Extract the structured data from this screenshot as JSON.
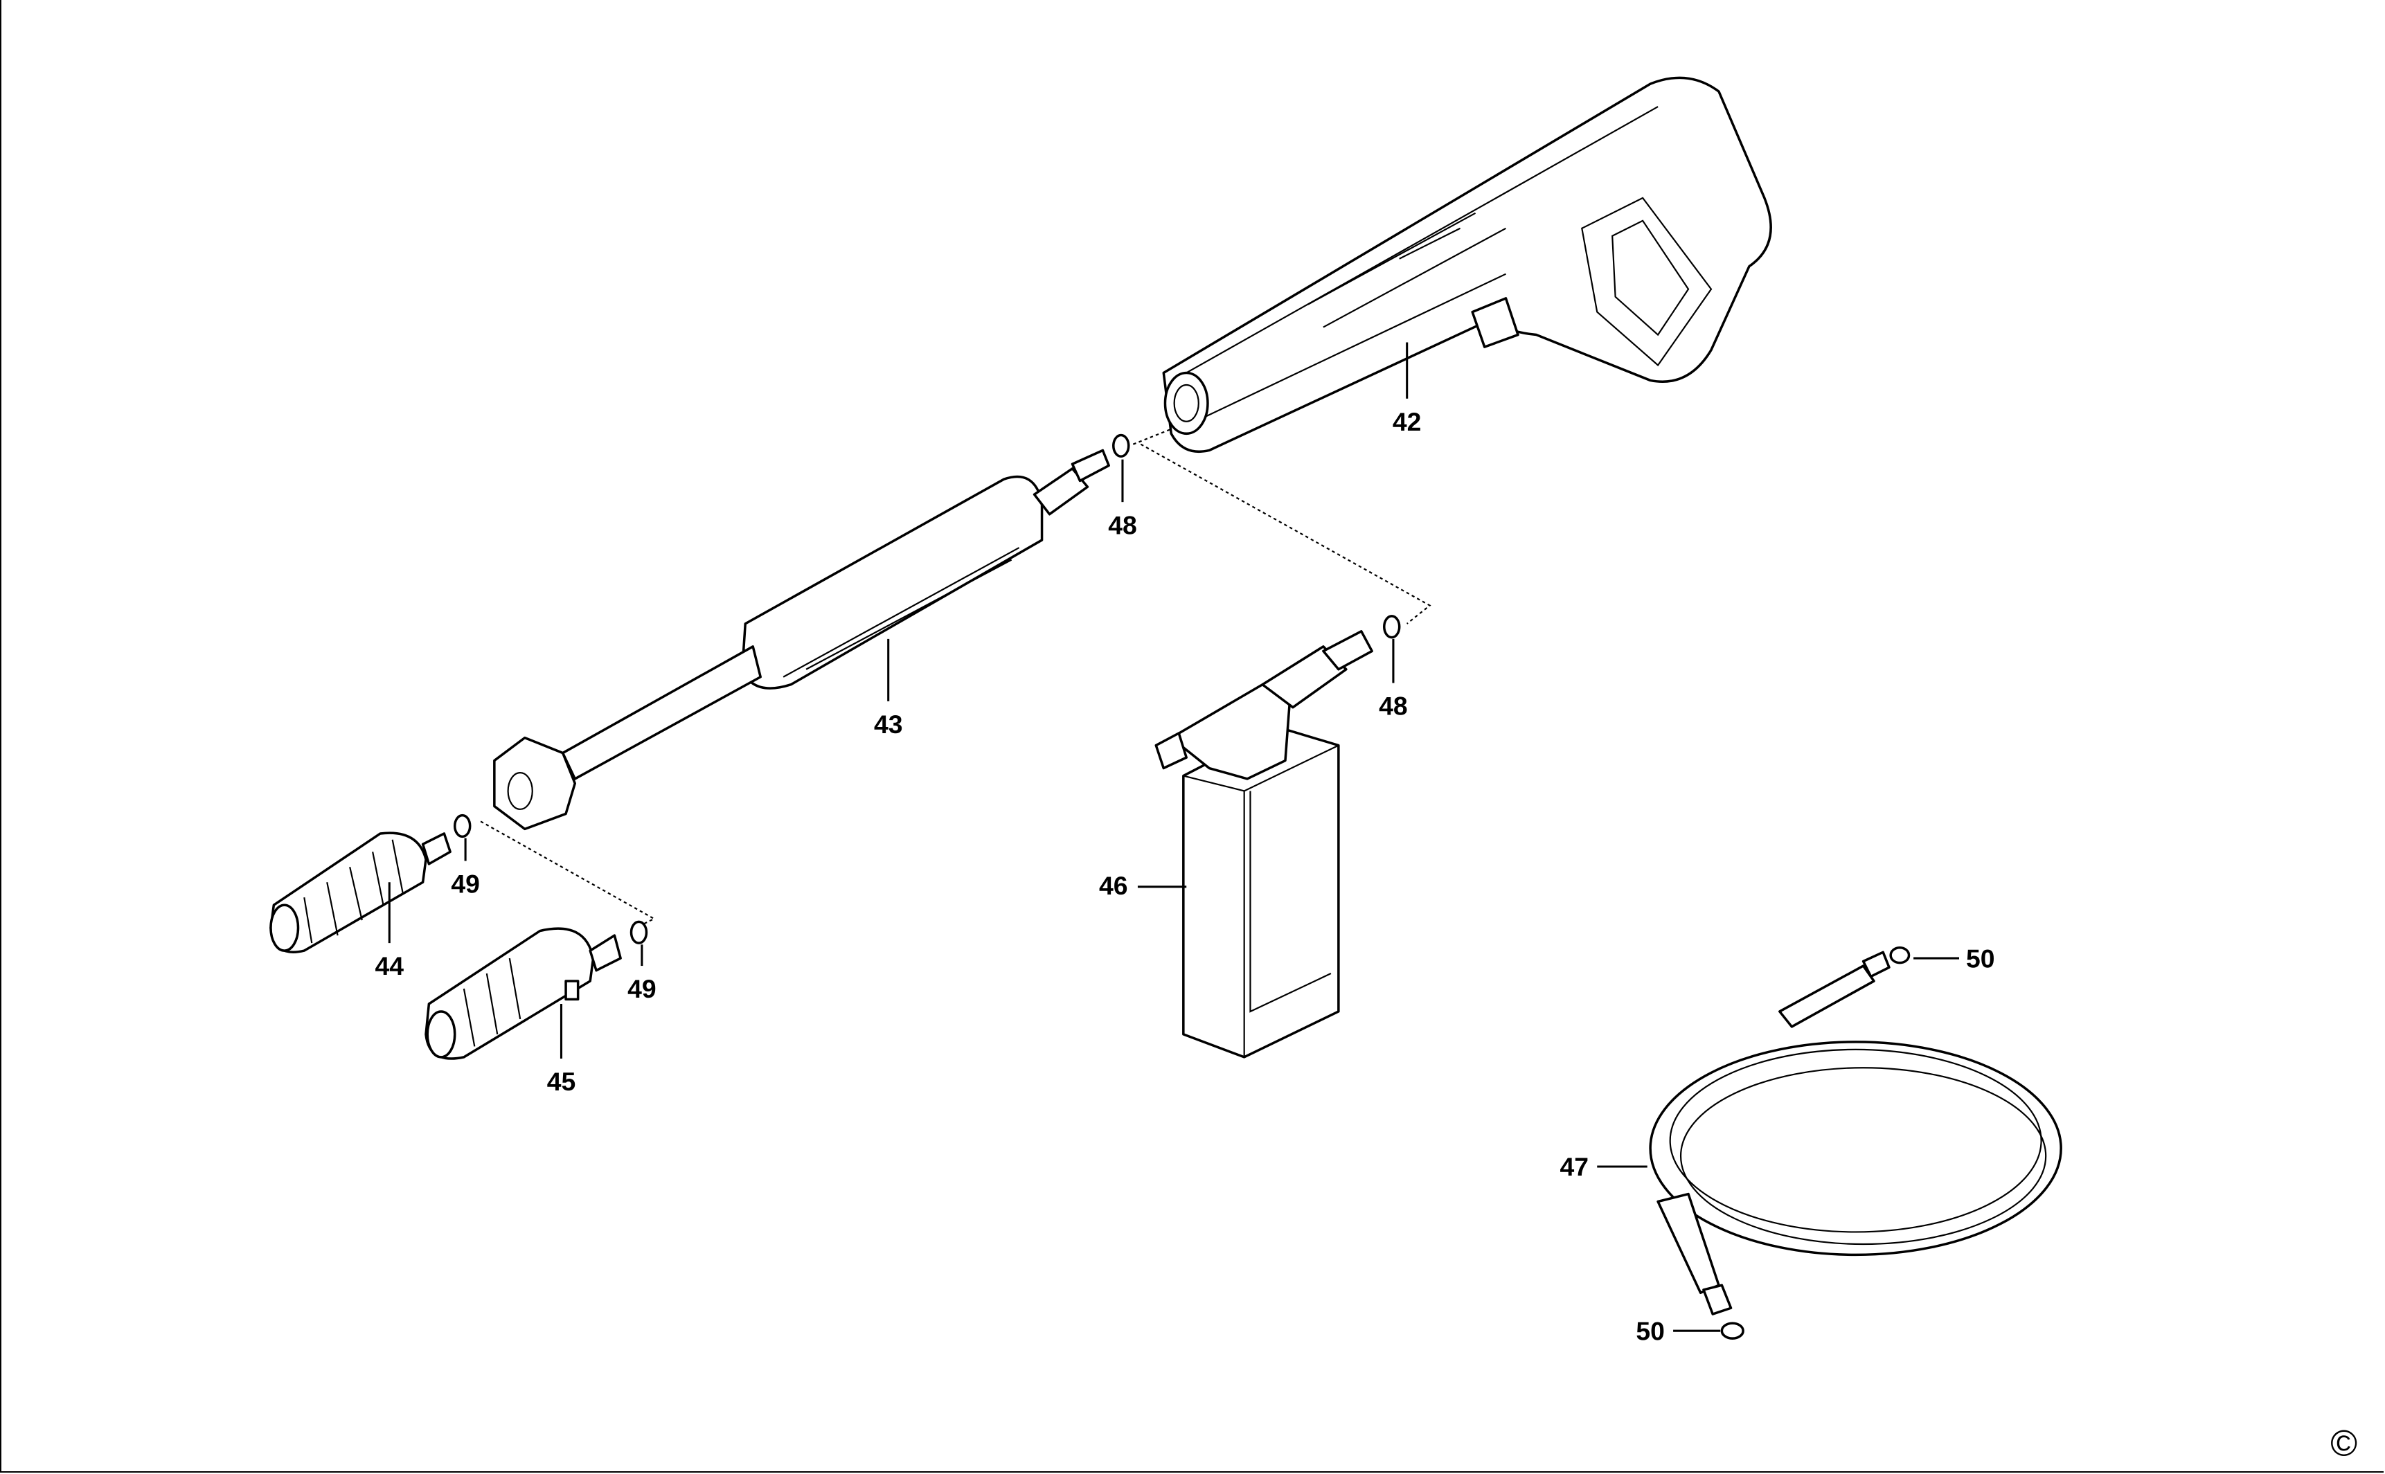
{
  "diagram": {
    "parts": {
      "gun": "42",
      "lance": "43",
      "rotary_nozzle": "44",
      "adjustable_nozzle": "45",
      "detergent_bottle": "46",
      "hose": "47",
      "o_ring_a": "48",
      "o_ring_b": "48",
      "o_ring_c": "49",
      "o_ring_d": "49",
      "o_ring_e": "50",
      "o_ring_f": "50"
    },
    "copyright": "©"
  }
}
